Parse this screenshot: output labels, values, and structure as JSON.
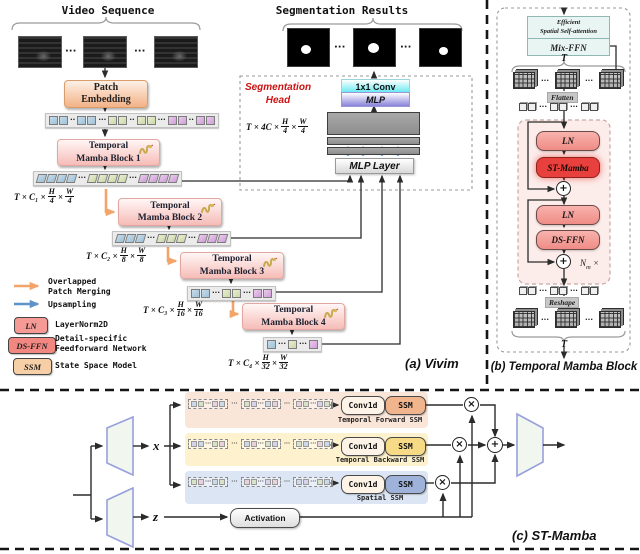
{
  "glyphs": {
    "ellipsis": "···",
    "dots2": "··",
    "plus": "+",
    "times": "×"
  },
  "panel_a": {
    "caption": "(a) Vivim",
    "video_title": "Video Sequence",
    "seg_results_title": "Segmentation Results",
    "patch_embedding_l1": "Patch",
    "patch_embedding_l2": "Embedding",
    "stages": [
      {
        "l1": "Temporal",
        "l2": "Mamba Block 1",
        "prefix": "T × C₁ ×",
        "f1n": "H",
        "f1d": "4",
        "mid": "×",
        "f2n": "W",
        "f2d": "4"
      },
      {
        "l1": "Temporal",
        "l2": "Mamba Block 2",
        "prefix": "T × C₂ ×",
        "f1n": "H",
        "f1d": "8",
        "mid": "×",
        "f2n": "W",
        "f2d": "8"
      },
      {
        "l1": "Temporal",
        "l2": "Mamba Block 3",
        "prefix": "T × C₃ ×",
        "f1n": "H",
        "f1d": "16",
        "mid": "×",
        "f2n": "W",
        "f2d": "16"
      },
      {
        "l1": "Temporal",
        "l2": "Mamba Block 4",
        "prefix": "T × C₄ ×",
        "f1n": "H",
        "f1d": "32",
        "mid": "×",
        "f2n": "W",
        "f2d": "32"
      }
    ],
    "seg_head": {
      "label": "Segmentation\nHead",
      "conv": "1x1 Conv",
      "mlp": "MLP",
      "mlp_layer": "MLP Layer",
      "prefix": "T × 4C ×",
      "f1n": "H",
      "f1d": "4",
      "mid": "×",
      "f2n": "W",
      "f2d": "4"
    },
    "legend": {
      "overlapped": "Overlapped\nPatch Merging",
      "upsampling": "Upsampling",
      "ln_chip": "LN",
      "ln_label": "LayerNorm2D",
      "dsffn_chip": "DS-FFN",
      "dsffn_label": "Detail-specific\nFeedforward Network",
      "ssm_chip": "SSM",
      "ssm_label": "State Space Model"
    }
  },
  "panel_b": {
    "caption": "(b) Temporal Mamba Block",
    "essa_l1": "Efficient",
    "essa_l2": "Spatial Self-attention",
    "mix_ffn": "Mix-FFN",
    "t_top": "T",
    "t_bottom": "T",
    "flatten": "Flatten",
    "reshape": "Reshape",
    "ln1": "LN",
    "st_mamba": "ST-Mamba",
    "ln2": "LN",
    "ds_ffn": "DS-FFN",
    "nm_base": "N",
    "nm_sub": "m",
    "nm_times": "×"
  },
  "panel_c": {
    "caption": "(c) ST-Mamba",
    "x": "x",
    "z": "z",
    "activation": "Activation",
    "rows": [
      {
        "conv": "Conv1d",
        "ssm": "SSM",
        "label": "Temporal Forward SSM"
      },
      {
        "conv": "Conv1d",
        "ssm": "SSM",
        "label": "Temporal Backward SSM"
      },
      {
        "conv": "Conv1d",
        "ssm": "SSM",
        "label": "Spatial SSM"
      }
    ]
  },
  "colors": {
    "accent_red": "#e8403c",
    "chip_pink": "#f59a95",
    "ssm_orange": "#f0b58c",
    "ssm_yellow": "#f7da86",
    "ssm_blue": "#9fb3da",
    "arrow_orange": "#f2a469",
    "arrow_blue": "#5e93c9"
  }
}
